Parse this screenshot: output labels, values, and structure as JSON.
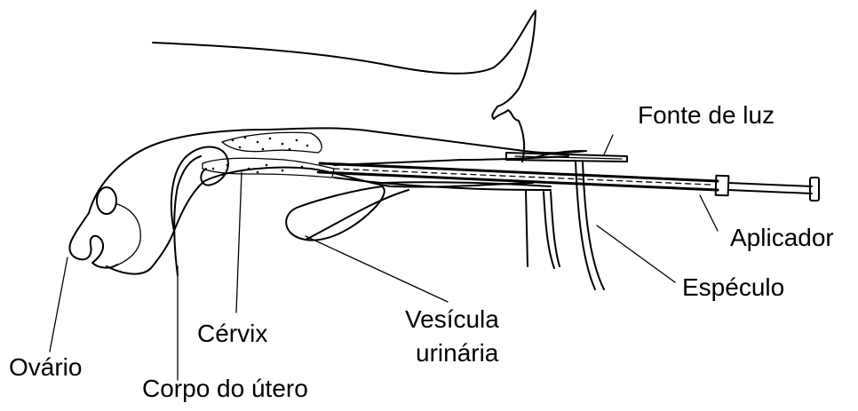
{
  "labels": {
    "fonte_de_luz": "Fonte de luz",
    "aplicador": "Aplicador",
    "especulo": "Espéculo",
    "vesicula_line1": "Vesícula",
    "vesicula_line2": "urinária",
    "cervix": "Cérvix",
    "ovario": "Ovário",
    "corpo_do_utero": "Corpo do útero"
  }
}
